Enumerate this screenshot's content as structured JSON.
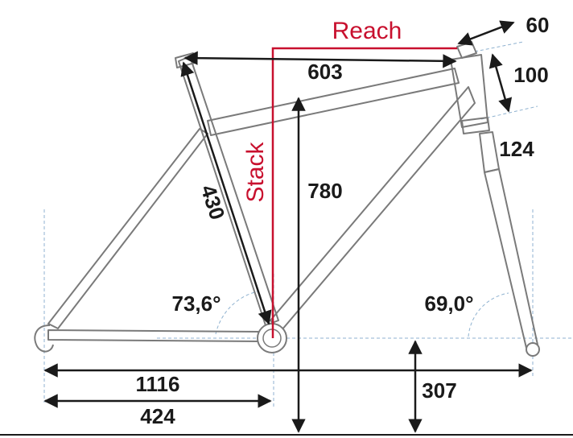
{
  "labels": {
    "reach": "Reach",
    "stack": "Stack",
    "top_tube": "603",
    "stem_length": "60",
    "spacer": "100",
    "head_tube": "124",
    "stack_value": "780",
    "seat_tube": "430",
    "seat_angle": "73,6°",
    "head_angle": "69,0°",
    "wheelbase": "1116",
    "chainstay": "424",
    "bb_height": "307"
  },
  "colors": {
    "frame": "#7a7a7a",
    "dimension": "#1a1a1a",
    "accent_red": "#c8102e",
    "guide_blue": "#8fb2d0"
  }
}
